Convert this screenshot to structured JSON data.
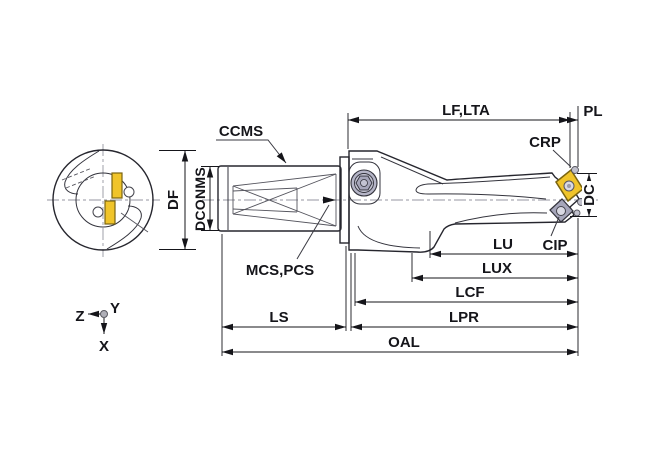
{
  "diagram": {
    "labels": {
      "ccms": "CCMS",
      "dconms": "DCONMS",
      "df": "DF",
      "mcs_pcs": "MCS,PCS",
      "lf_lta": "LF,LTA",
      "pl": "PL",
      "crp": "CRP",
      "dc": "DC",
      "cip": "CIP",
      "lu": "LU",
      "lux": "LUX",
      "lcf": "LCF",
      "lpr": "LPR",
      "ls": "LS",
      "oal": "OAL"
    },
    "axes": {
      "z": "Z",
      "y": "Y",
      "x": "X"
    },
    "colors": {
      "body": "#b5b5c7",
      "body_shadow": "#a6a6ba",
      "insert_yellow": "#f0c42a",
      "insert_yellow_border": "#7a6410",
      "screw_silver": "#d9d9e3",
      "outline": "#26262e",
      "dimension": "#15151a",
      "centerline": "#9596a0",
      "background": "#ffffff"
    }
  }
}
